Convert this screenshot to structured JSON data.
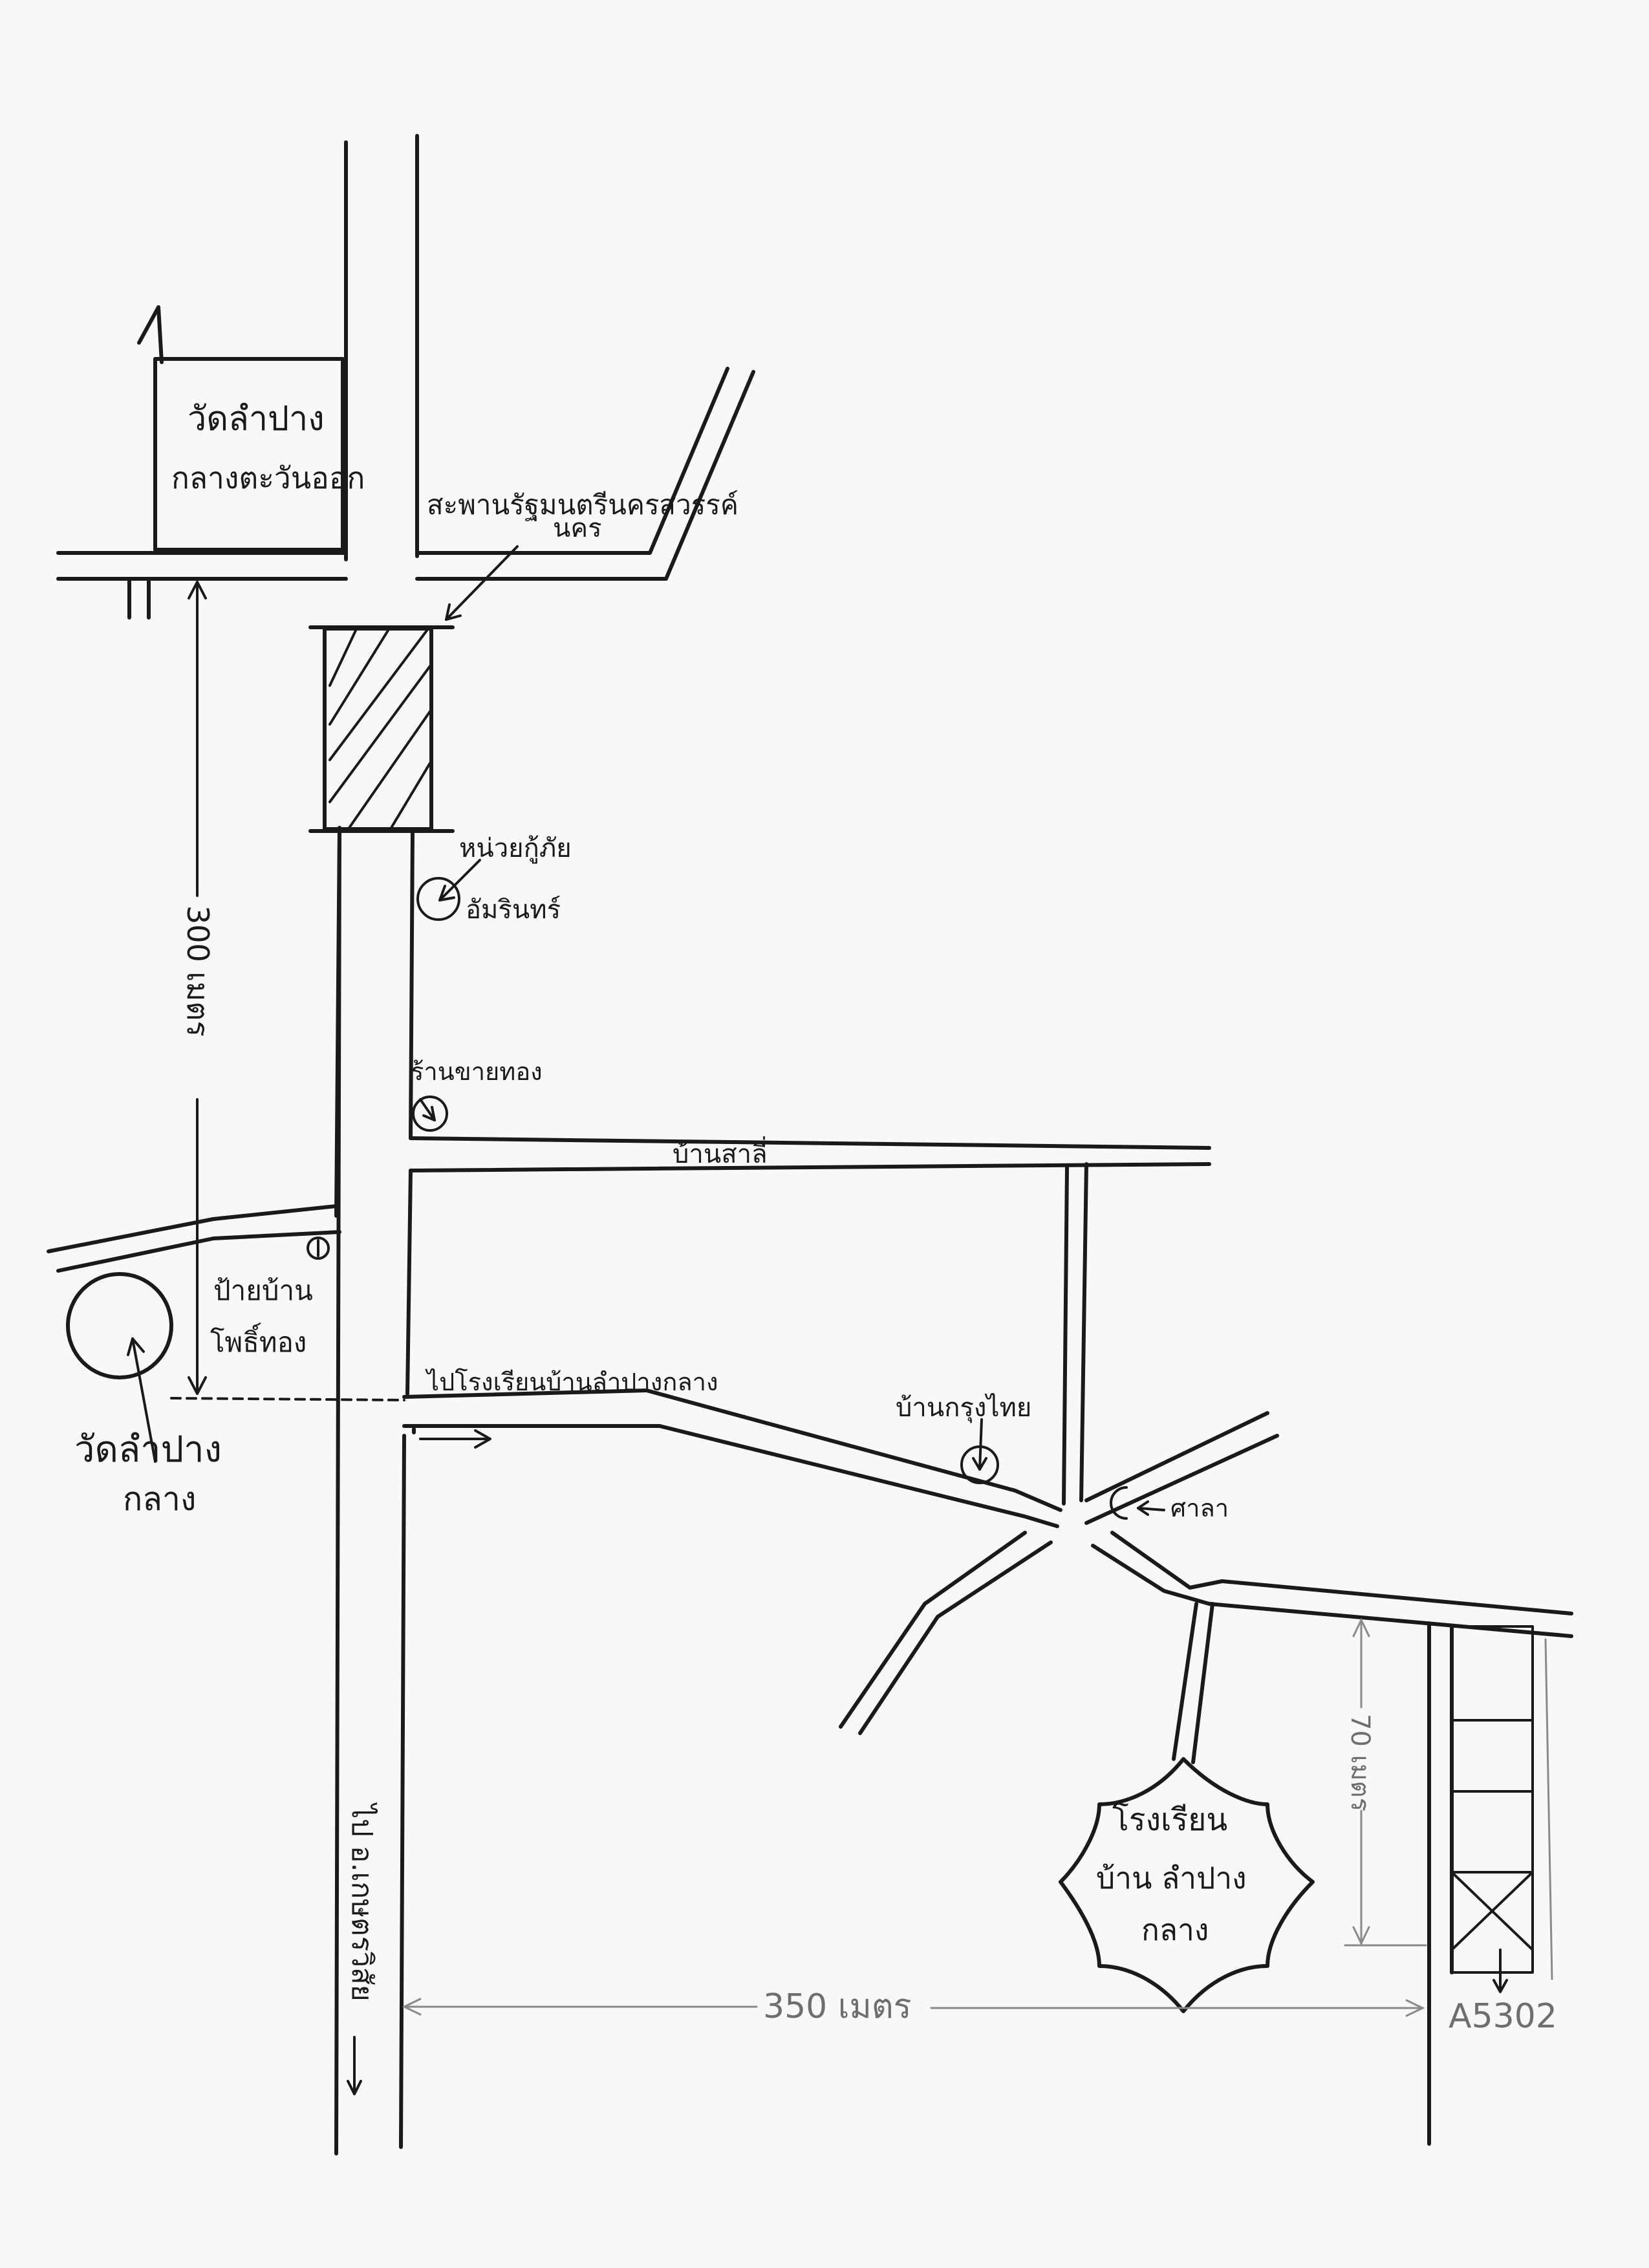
{
  "map": {
    "temple_east": {
      "line1": "วัดลำปาง",
      "line2": "กลางตะวันออก"
    },
    "bank": {
      "line1": "สะพานรัฐมนตรีนครสวรรค์",
      "line2": "นคร"
    },
    "rescue_unit": {
      "line1": "หน่วยกู้ภัย",
      "line2": "อัมรินทร์"
    },
    "gold_shop": "ร้านขายทอง",
    "road_top": "บ้านสาลี่",
    "sign": {
      "line1": "ป้ายบ้าน",
      "line2": "โพธิ์ทอง"
    },
    "temple_center": {
      "line1": "วัดลำปาง",
      "line2": "กลาง"
    },
    "to_school": "ไปโรงเรียนบ้านลำปางกลาง",
    "house": "บ้านกรุงไทย",
    "pavilion": "ศาลา",
    "school": {
      "line1": "โรงเรียน",
      "line2": "บ้าน ลำปาง",
      "line3": "กลาง"
    },
    "dist_vertical": "300 เมตร",
    "dist_right": "70 เมตร",
    "dist_horizontal": "350 เมตร",
    "to_district": "ไป อ.เกษตรวิสัย",
    "code": "A5302"
  }
}
